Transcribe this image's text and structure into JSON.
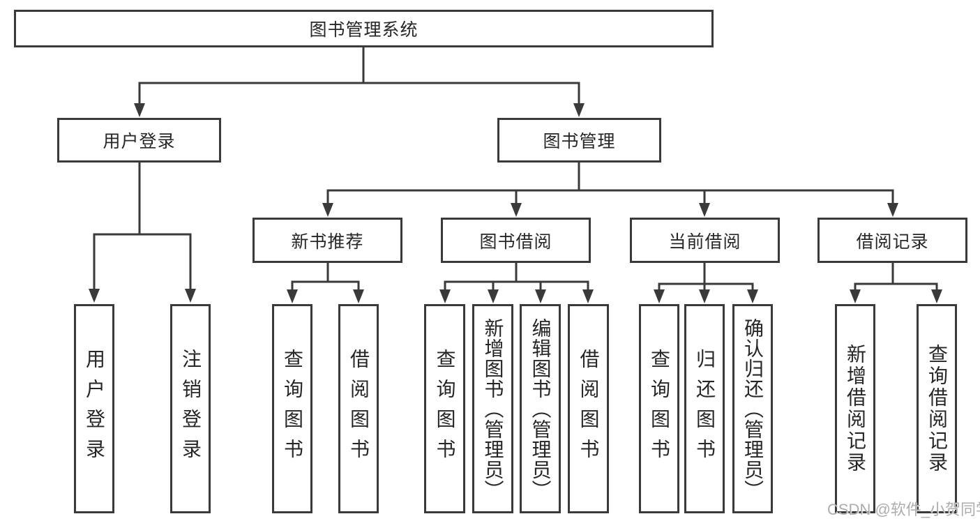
{
  "tree": {
    "root": {
      "label": "图书管理系统"
    },
    "branches": [
      {
        "label": "用户登录",
        "children": [
          {
            "label": "用户登录"
          },
          {
            "label": "注销登录"
          }
        ]
      },
      {
        "label": "图书管理",
        "groups": [
          {
            "label": "新书推荐",
            "children": [
              {
                "label": "查询图书"
              },
              {
                "label": "借阅图书"
              }
            ]
          },
          {
            "label": "图书借阅",
            "children": [
              {
                "label": "查询图书"
              },
              {
                "label": "新增图书（管理员）"
              },
              {
                "label": "编辑图书（管理员）"
              },
              {
                "label": "借阅图书"
              }
            ]
          },
          {
            "label": "当前借阅",
            "children": [
              {
                "label": "查询图书"
              },
              {
                "label": "归还图书"
              },
              {
                "label": "确认归还（管理员）"
              }
            ]
          },
          {
            "label": "借阅记录",
            "children": [
              {
                "label": "新增借阅记录"
              },
              {
                "label": "查询借阅记录"
              }
            ]
          }
        ]
      }
    ]
  },
  "watermark": "CSDN @软件_小贺同学",
  "colors": {
    "line": "#3a3a3a",
    "text": "#262626",
    "background": "#ffffff",
    "watermark": "#adadad"
  }
}
